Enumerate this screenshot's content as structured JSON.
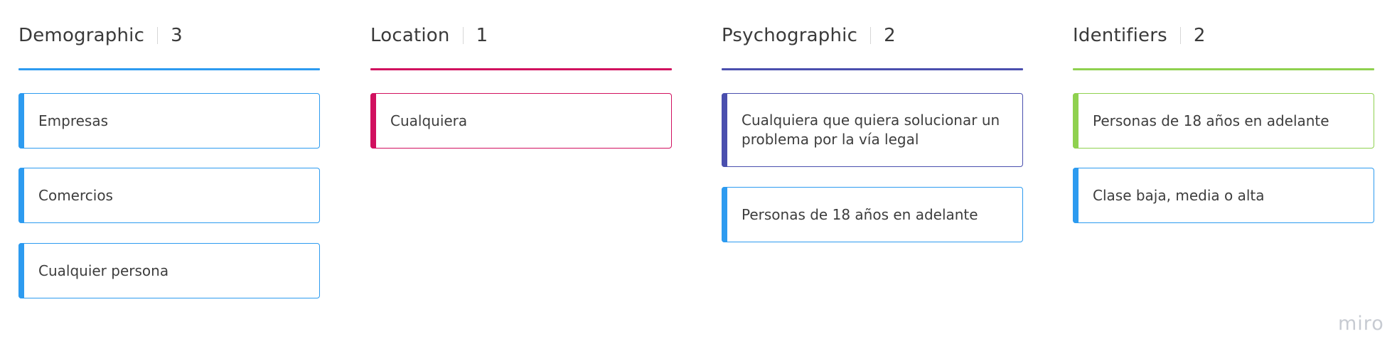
{
  "columns": [
    {
      "title": "Demographic",
      "count": "3",
      "color": "#2d9bf0",
      "cards": [
        {
          "text": "Empresas",
          "color": "#2d9bf0"
        },
        {
          "text": "Comercios",
          "color": "#2d9bf0"
        },
        {
          "text": "Cualquier persona",
          "color": "#2d9bf0"
        }
      ]
    },
    {
      "title": "Location",
      "count": "1",
      "color": "#d1105f",
      "cards": [
        {
          "text": "Cualquiera",
          "color": "#d1105f"
        }
      ]
    },
    {
      "title": "Psychographic",
      "count": "2",
      "color": "#4a4fae",
      "cards": [
        {
          "text": "Cualquiera que quiera solucionar un problema por la vía legal",
          "color": "#4a4fae"
        },
        {
          "text": "Personas de 18 años en adelante",
          "color": "#2d9bf0"
        }
      ]
    },
    {
      "title": "Identifiers",
      "count": "2",
      "color": "#8fd14f",
      "cards": [
        {
          "text": "Personas de 18 años  en adelante",
          "color": "#8fd14f"
        },
        {
          "text": "Clase baja, media o alta",
          "color": "#2d9bf0"
        }
      ]
    }
  ],
  "branding": {
    "logo": "miro"
  }
}
